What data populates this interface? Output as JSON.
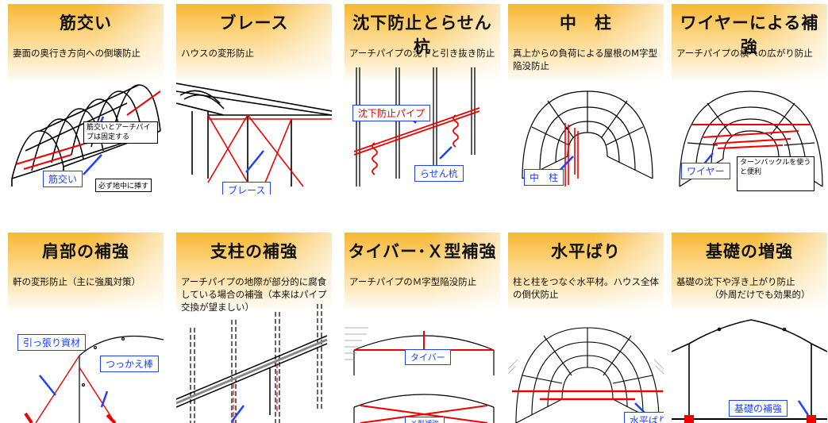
{
  "cards": [
    {
      "title": "筋交い",
      "desc": "妻面の奥行き方向への倒壊防止",
      "labels": [
        "筋交いとアーチパイプは固定する",
        "筋交い",
        "必ず地中に挿す"
      ]
    },
    {
      "title": "ブレース",
      "desc": "ハウスの変形防止",
      "labels": [
        "ブレース"
      ]
    },
    {
      "title": "沈下防止とらせん杭",
      "desc": "アーチパイプの沈下と引き抜き防止",
      "labels": [
        "沈下防止パイプ",
        "らせん杭"
      ]
    },
    {
      "title": "中　柱",
      "desc": "真上からの負荷による屋根のM字型陥没防止",
      "labels": [
        "中　柱"
      ]
    },
    {
      "title": "ワイヤーによる補強",
      "desc": "アーチパイプの横への広がり防止",
      "labels": [
        "ワイヤー",
        "ターンバックルを使うと便利"
      ]
    },
    {
      "title": "肩部の補強",
      "desc": "軒の変形防止（主に強風対策）",
      "labels": [
        "引っ張り資材",
        "つっかえ棒"
      ]
    },
    {
      "title": "支柱の補強",
      "desc": "アーチパイプの地際が部分的に腐食している場合の補強（本来はパイプ交換が望ましい）",
      "labels": []
    },
    {
      "title": "タイバー･Ｘ型補強",
      "desc": "アーチパイプのＭ字型陥没防止",
      "labels": [
        "タイバー",
        "Ｘ型補強"
      ]
    },
    {
      "title": "水平ばり",
      "desc": "柱と柱をつなぐ水平材。ハウス全体の倒伏防止",
      "labels": [
        "水平ばり"
      ]
    },
    {
      "title": "基礎の増強",
      "desc": "基礎の沈下や浮き上がり防止",
      "desc2": "（外周だけでも効果的）",
      "labels": [
        "基礎の補強"
      ]
    }
  ]
}
